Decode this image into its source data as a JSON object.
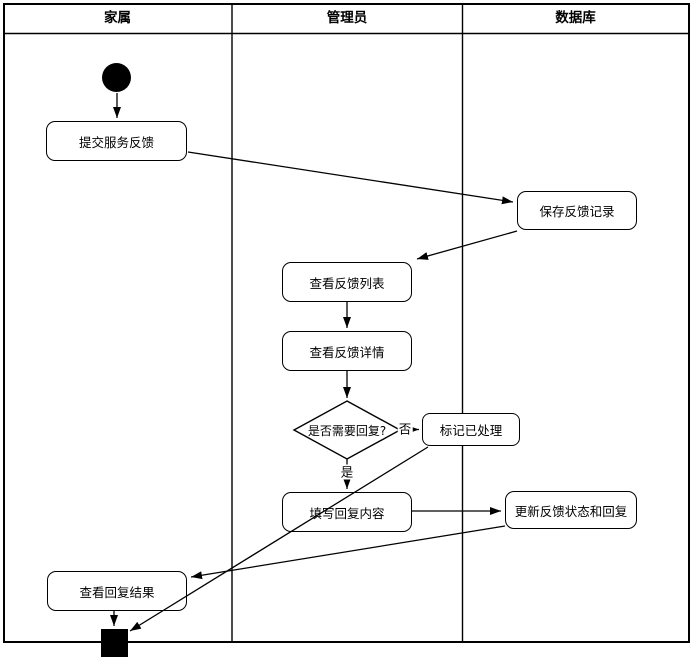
{
  "diagram": {
    "lanes": [
      {
        "label": "家属"
      },
      {
        "label": "管理员"
      },
      {
        "label": "数据库"
      }
    ],
    "nodes": {
      "submit_feedback": {
        "label": "提交服务反馈"
      },
      "save_feedback_record": {
        "label": "保存反馈记录"
      },
      "view_feedback_list": {
        "label": "查看反馈列表"
      },
      "view_feedback_detail": {
        "label": "查看反馈详情"
      },
      "need_reply_decision": {
        "label": "是否需要回复?"
      },
      "mark_processed": {
        "label": "标记已处理"
      },
      "write_reply": {
        "label": "填写回复内容"
      },
      "update_feedback_status": {
        "label": "更新反馈状态和回复"
      },
      "view_reply_result": {
        "label": "查看回复结果"
      }
    },
    "edge_labels": {
      "no": "否",
      "yes": "是"
    },
    "colors": {
      "line": "#000000",
      "node_fill": "#ffffff",
      "background": "#ffffff"
    }
  }
}
